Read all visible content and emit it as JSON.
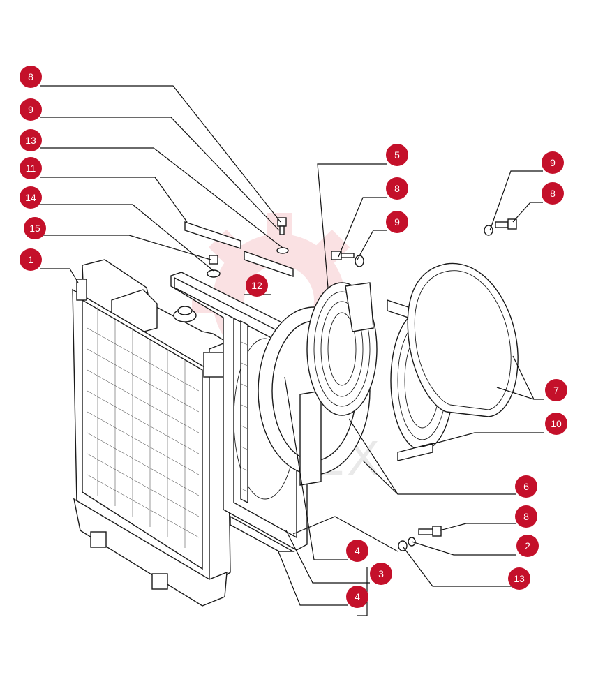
{
  "watermark": {
    "text": "EMIEX",
    "color": "#f6c9cd"
  },
  "accent_color": "#c4102a",
  "callouts": [
    "8",
    "9",
    "13",
    "11",
    "14",
    "15",
    "1",
    "12",
    "5",
    "8",
    "9",
    "9",
    "8",
    "7",
    "10",
    "6",
    "8",
    "2",
    "13",
    "4",
    "3",
    "4"
  ]
}
